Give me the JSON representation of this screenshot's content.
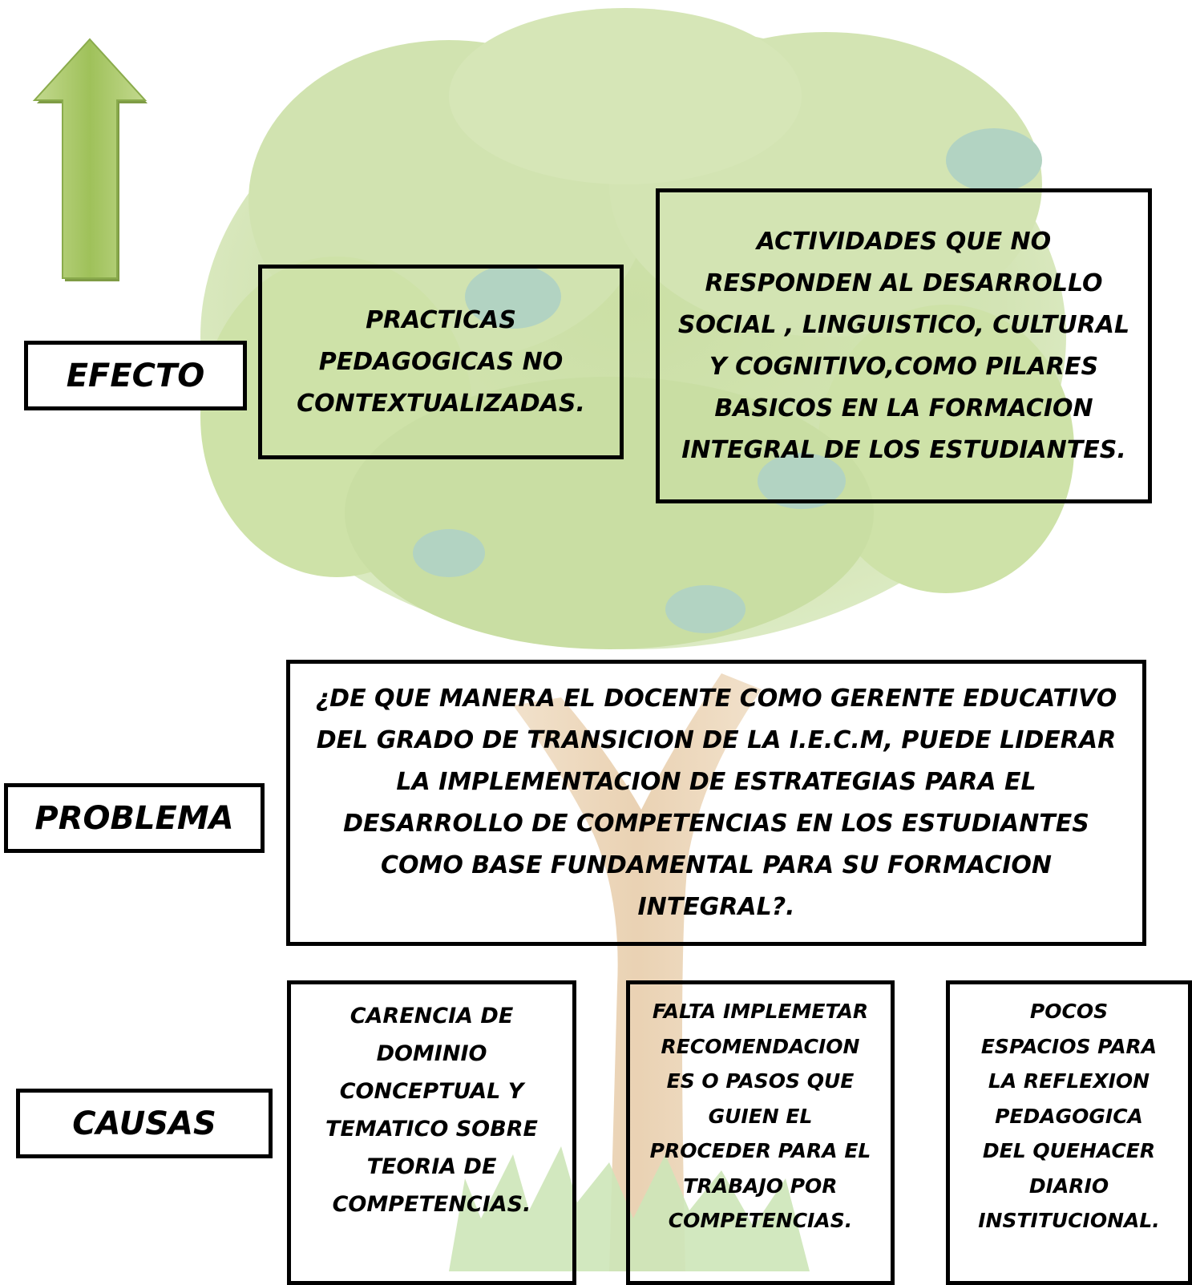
{
  "labels": {
    "efecto": "EFECTO",
    "problema": "PROBLEMA",
    "causas": "CAUSAS"
  },
  "effects": [
    {
      "text": "PRACTICAS PEDAGOGICAS NO CONTEXTUALIZADAS."
    },
    {
      "text": "ACTIVIDADES QUE NO RESPONDEN AL DESARROLLO SOCIAL , LINGUISTICO, CULTURAL Y COGNITIVO,COMO PILARES BASICOS EN LA FORMACION INTEGRAL DE LOS ESTUDIANTES."
    }
  ],
  "problem": {
    "text": "¿DE QUE MANERA EL DOCENTE COMO GERENTE EDUCATIVO DEL GRADO DE TRANSICION DE LA I.E.C.M, PUEDE LIDERAR LA IMPLEMENTACION DE ESTRATEGIAS PARA EL DESARROLLO DE COMPETENCIAS EN LOS ESTUDIANTES COMO BASE FUNDAMENTAL PARA SU FORMACION INTEGRAL?."
  },
  "causes": [
    {
      "text": "CARENCIA DE DOMINIO CONCEPTUAL Y TEMATICO SOBRE TEORIA DE COMPETENCIAS."
    },
    {
      "text": "FALTA IMPLEMETAR RECOMENDACION ES O PASOS QUE GUIEN EL PROCEDER PARA EL TRABAJO POR COMPETENCIAS."
    },
    {
      "text": "POCOS ESPACIOS PARA LA REFLEXION PEDAGOGICA DEL QUEHACER DIARIO INSTITUCIONAL."
    }
  ],
  "icons": {
    "arrow": "up-arrow-icon",
    "tree": "tree-illustration"
  },
  "colors": {
    "arrow_top": "#a9c86a",
    "arrow_bottom": "#8fb24a",
    "foliage_light": "#cfe0a8",
    "foliage_mid": "#b8d38e",
    "foliage_teal": "#a6cdb8",
    "trunk": "#e8cfb0",
    "grass": "#cde6b8",
    "box_border": "#000000"
  }
}
